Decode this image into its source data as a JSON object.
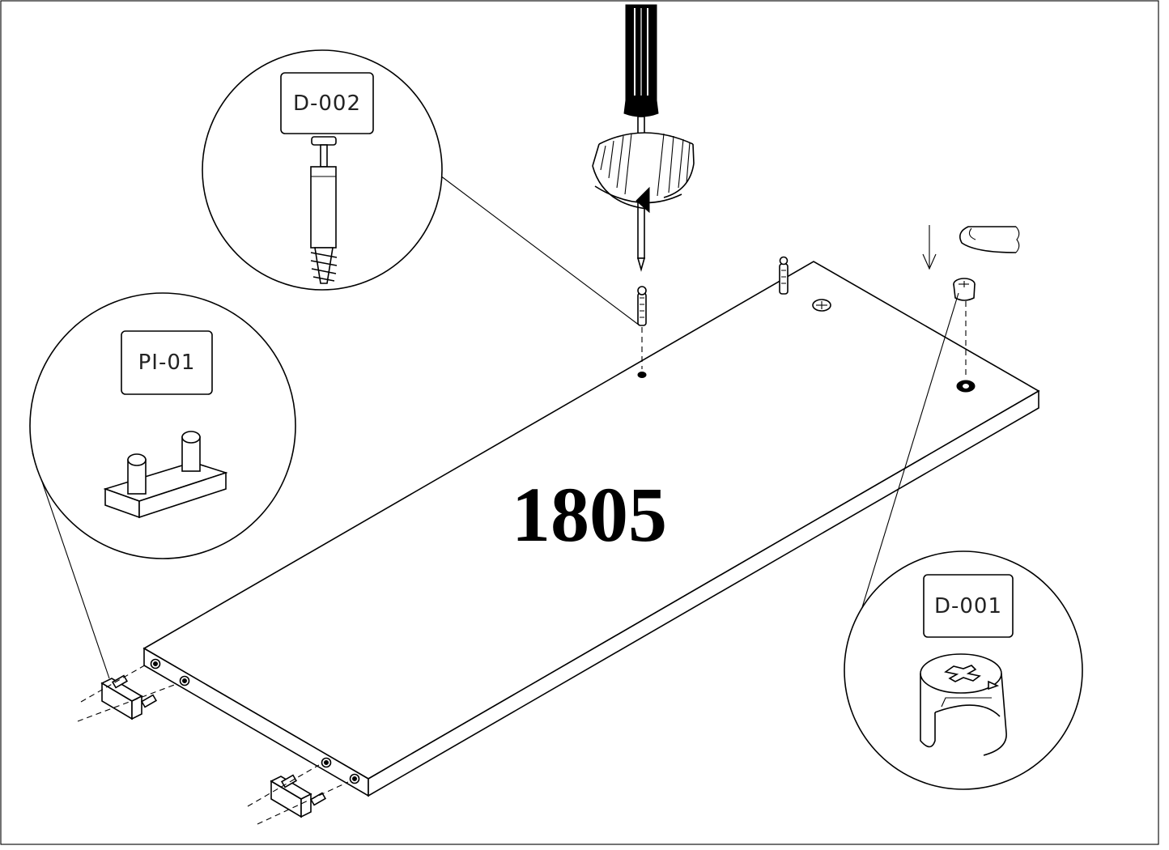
{
  "panel": {
    "number": "1805"
  },
  "callouts": {
    "screw": {
      "part_code": "D-002"
    },
    "pins": {
      "part_code": "PI-01"
    },
    "cam": {
      "part_code": "D-001"
    }
  },
  "icons": [
    "screwdriver-icon",
    "rotation-arrow-icon",
    "press-finger-icon",
    "down-arrow-icon"
  ]
}
